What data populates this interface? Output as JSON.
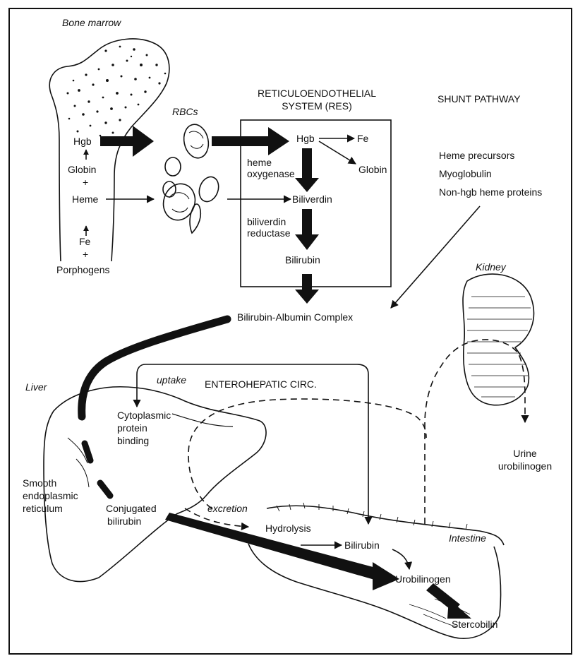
{
  "labels": {
    "bone_marrow": "Bone marrow",
    "rbcs": "RBCs",
    "hgb_marrow": "Hgb",
    "globin_marrow": "Globin",
    "plus1": "+",
    "heme": "Heme",
    "fe_marrow": "Fe",
    "plus2": "+",
    "porphogens": "Porphogens",
    "res_title_1": "RETICULOENDOTHELIAL",
    "res_title_2": "SYSTEM (RES)",
    "hgb_res": "Hgb",
    "fe_res": "Fe",
    "globin_res": "Globin",
    "heme_oxygenase_1": "heme",
    "heme_oxygenase_2": "oxygenase",
    "biliverdin": "Biliverdin",
    "biliverdin_reductase_1": "biliverdin",
    "biliverdin_reductase_2": "reductase",
    "bilirubin_res": "Bilirubin",
    "shunt_title": "SHUNT PATHWAY",
    "heme_precursors": "Heme precursors",
    "myoglobulin": "Myoglobulin",
    "non_hgb": "Non-hgb heme proteins",
    "kidney": "Kidney",
    "bilirubin_albumin": "Bilirubin-Albumin Complex",
    "liver": "Liver",
    "uptake": "uptake",
    "enterohepatic": "ENTEROHEPATIC CIRC.",
    "cytoplasmic_1": "Cytoplasmic",
    "cytoplasmic_2": "protein",
    "cytoplasmic_3": "binding",
    "smooth_1": "Smooth",
    "smooth_2": "endoplasmic",
    "smooth_3": "reticulum",
    "conjugated_1": "Conjugated",
    "conjugated_2": "bilirubin",
    "excretion": "excretion",
    "hydrolysis": "Hydrolysis",
    "bilirubin_intestine": "Bilirubin",
    "intestine": "Intestine",
    "urobilinogen": "Urobilinogen",
    "stercobilin": "Stercobilin",
    "urine_1": "Urine",
    "urine_2": "urobilinogen"
  },
  "colors": {
    "ink": "#111111",
    "background": "#ffffff"
  }
}
